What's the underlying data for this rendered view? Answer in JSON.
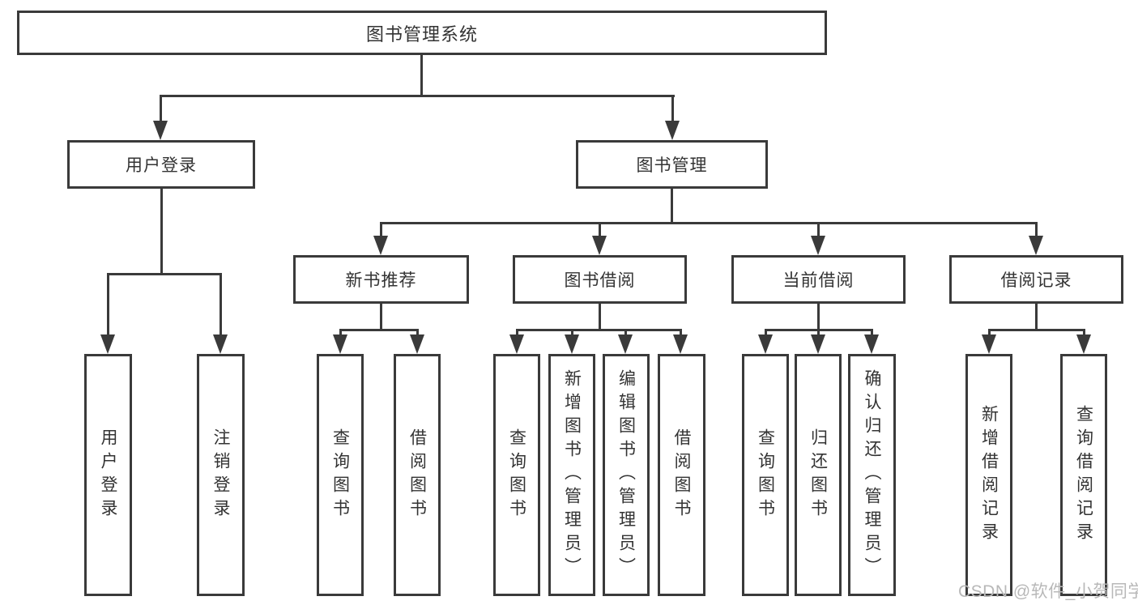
{
  "diagram": {
    "title": "图书管理系统",
    "root": {
      "label": "图书管理系统"
    },
    "branches": [
      {
        "label": "用户登录",
        "leaves": [
          "用户登录",
          "注销登录"
        ]
      },
      {
        "label": "图书管理",
        "groups": [
          {
            "label": "新书推荐",
            "leaves": [
              "查询图书",
              "借阅图书"
            ]
          },
          {
            "label": "图书借阅",
            "leaves": [
              "查询图书",
              "新增图书（管理员）",
              "编辑图书（管理员）",
              "借阅图书"
            ]
          },
          {
            "label": "当前借阅",
            "leaves": [
              "查询图书",
              "归还图书",
              "确认归还（管理员）"
            ]
          },
          {
            "label": "借阅记录",
            "leaves": [
              "新增借阅记录",
              "查询借阅记录"
            ]
          }
        ]
      }
    ]
  },
  "watermark": {
    "text": "CSDN @软件_小贺同学"
  },
  "colors": {
    "line": "#3a3a3a",
    "text": "#333333",
    "background": "#ffffff",
    "watermark": "#b8b8b8"
  }
}
